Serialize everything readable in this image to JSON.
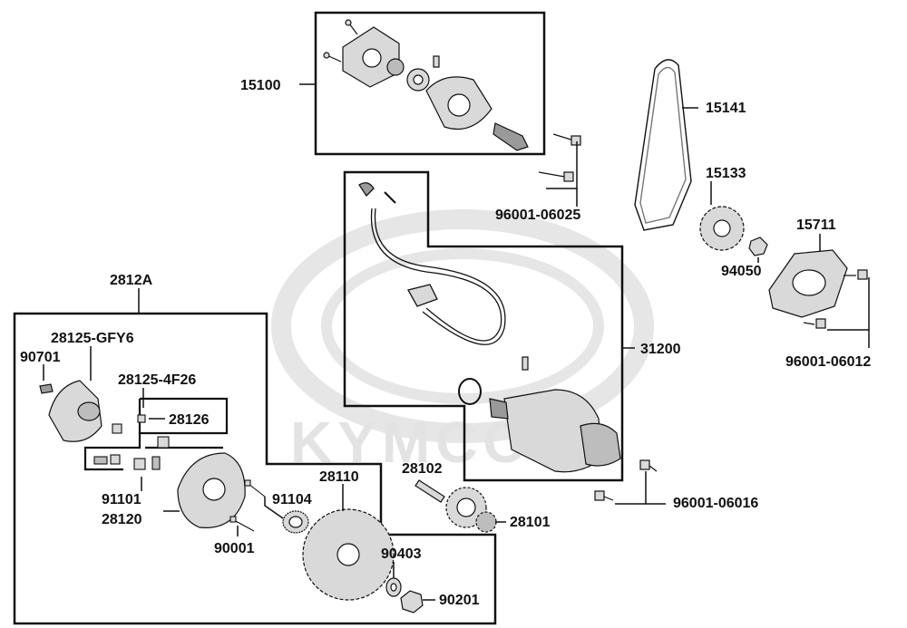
{
  "colors": {
    "line": "#111111",
    "part_fill": "#d9d9d9",
    "part_dark": "#9a9a9a",
    "watermark": "#e6e6e6"
  },
  "watermark": {
    "brand": "KYMCO",
    "logo_icon": "kymco-logo-icon"
  },
  "callouts": {
    "p15100": "15100",
    "p15141": "15141",
    "p15133": "15133",
    "p96001_06025": "96001-06025",
    "p15711": "15711",
    "p94050": "94050",
    "p96001_06012": "96001-06012",
    "p2812A": "2812A",
    "p28125_GFY6": "28125-GFY6",
    "p90701": "90701",
    "p28125_4F26": "28125-4F26",
    "p28126": "28126",
    "p31200": "31200",
    "p28102": "28102",
    "p28110": "28110",
    "p91104": "91104",
    "p91101": "91101",
    "p28120": "28120",
    "p90001": "90001",
    "p28101": "28101",
    "p96001_06016": "96001-06016",
    "p90403": "90403",
    "p90201": "90201"
  }
}
